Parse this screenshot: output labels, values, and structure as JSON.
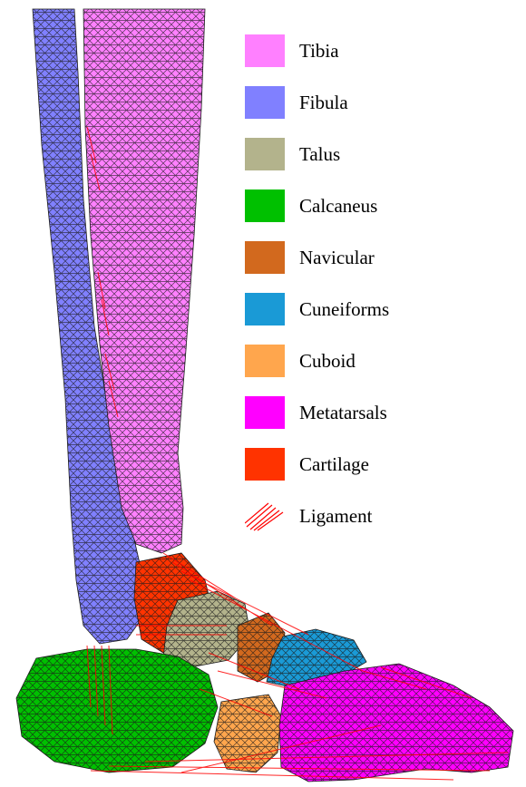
{
  "legend": {
    "items": [
      {
        "label": "Tibia",
        "color": "#ff80ff",
        "icon": "tibia-swatch"
      },
      {
        "label": "Fibula",
        "color": "#8080ff",
        "icon": "fibula-swatch"
      },
      {
        "label": "Talus",
        "color": "#b3b38c",
        "icon": "talus-swatch"
      },
      {
        "label": "Calcaneus",
        "color": "#00c000",
        "icon": "calcaneus-swatch"
      },
      {
        "label": "Navicular",
        "color": "#d2691e",
        "icon": "navicular-swatch"
      },
      {
        "label": "Cuneiforms",
        "color": "#1a9ad6",
        "icon": "cuneiforms-swatch"
      },
      {
        "label": "Cuboid",
        "color": "#ffa64d",
        "icon": "cuboid-swatch"
      },
      {
        "label": "Metatarsals",
        "color": "#ff00ff",
        "icon": "metatarsals-swatch"
      },
      {
        "label": "Cartilage",
        "color": "#ff3300",
        "icon": "cartilage-swatch"
      },
      {
        "label": "Ligament",
        "color": "#ff0000",
        "icon": "ligament-hatch-icon"
      }
    ]
  },
  "colors": {
    "background": "#ffffff",
    "mesh_lines": "#1a1a1a",
    "ligament": "#ff0000"
  }
}
